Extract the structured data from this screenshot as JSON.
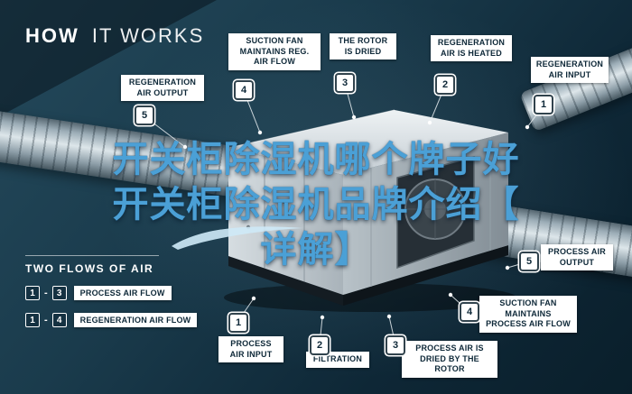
{
  "header": {
    "title_bold": "HOW",
    "title_light": "IT WORKS"
  },
  "overlay": {
    "line1": "开关柜除湿机哪个牌子好",
    "line2": "开关柜除湿机品牌介绍【",
    "line3": "详解】"
  },
  "callouts": {
    "regen_air_output": {
      "badge": "5",
      "text": "REGENERATION AIR OUTPUT"
    },
    "suction_fan_reg": {
      "badge": "4",
      "text": "SUCTION FAN MAINTAINS REG. AIR FLOW"
    },
    "rotor_dried": {
      "badge": "3",
      "text": "THE ROTOR IS DRIED"
    },
    "regen_air_heated": {
      "badge": "2",
      "text": "REGENERATION AIR IS HEATED"
    },
    "regen_air_input": {
      "badge": "1",
      "text": "REGENERATION AIR INPUT"
    },
    "process_air_output": {
      "badge": "5",
      "text": "PROCESS AIR OUTPUT"
    },
    "suction_fan_process": {
      "badge": "4",
      "text": "SUCTION FAN MAINTAINS PROCESS AIR FLOW"
    },
    "process_air_dried": {
      "badge": "3",
      "text": "PROCESS AIR IS DRIED BY THE ROTOR"
    },
    "filtration": {
      "badge": "2",
      "text": "FILTRATION"
    },
    "process_air_input": {
      "badge": "1",
      "text": "PROCESS AIR INPUT"
    }
  },
  "legend": {
    "title": "TWO FLOWS OF AIR",
    "rows": [
      {
        "from": "1",
        "sep": "-",
        "to": "3",
        "label": "PROCESS AIR FLOW"
      },
      {
        "from": "1",
        "sep": "-",
        "to": "4",
        "label": "REGENERATION AIR FLOW"
      }
    ]
  },
  "colors": {
    "background_dark": "#0a1f2b",
    "background_light": "#24495b",
    "chip_text": "#0e2838",
    "overlay_text": "#4ba0d6"
  }
}
